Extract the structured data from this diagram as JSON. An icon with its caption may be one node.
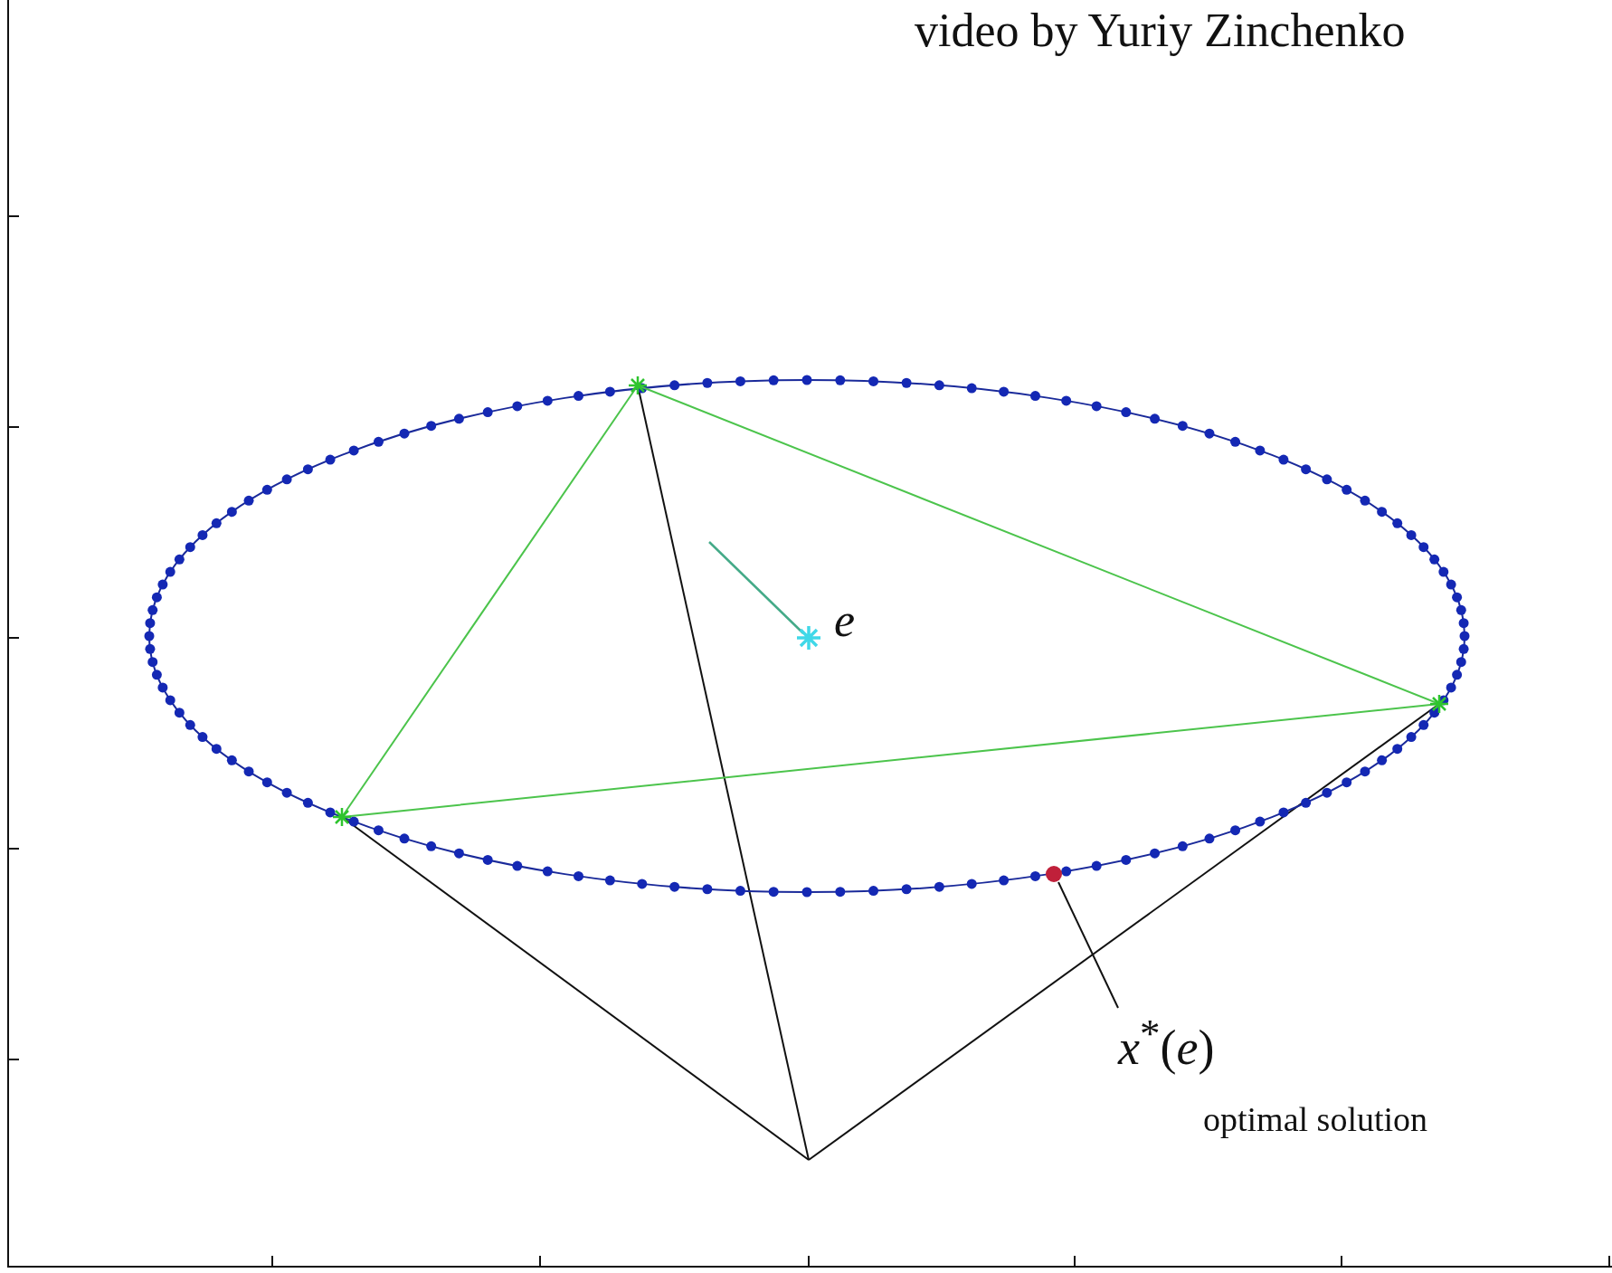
{
  "diagram": {
    "nodes": [
      {
        "text": [
          "*x*$^{*}$(*e*)"
        ],
        "beside": [
          "optimal solution"
        ]
      },
      {
        "text": [],
        "shape": "circle"
      }
    ],
    "edges": [
      {
        "from": 0,
        "to": 1,
        "arrow": "none"
      }
    ],
    "labels": [
      "video by Yuriy Zinchenko",
      "e"
    ]
  }
}
